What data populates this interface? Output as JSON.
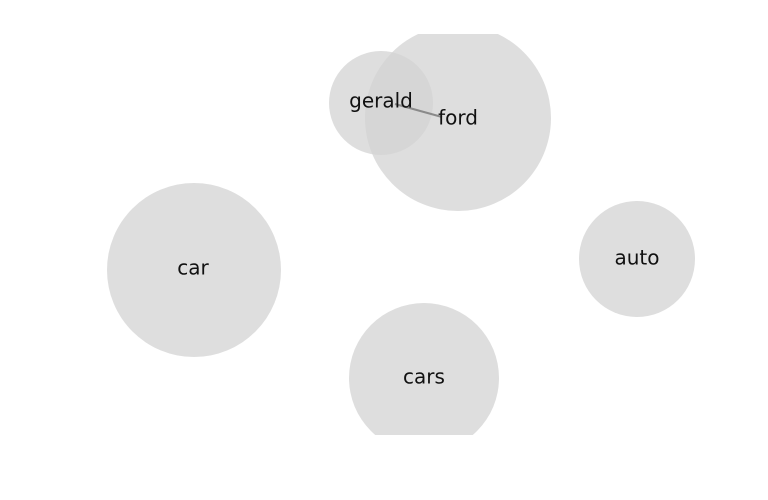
{
  "diagram": {
    "type": "bubble-network",
    "bubble_color": "#d3d3d3",
    "edge_color": "#8a8a8a",
    "nodes": [
      {
        "id": "ford",
        "label": "ford"
      },
      {
        "id": "gerald",
        "label": "gerald"
      },
      {
        "id": "car",
        "label": "car"
      },
      {
        "id": "auto",
        "label": "auto"
      },
      {
        "id": "cars",
        "label": "cars"
      }
    ],
    "edges": [
      {
        "from": "gerald",
        "to": "ford"
      }
    ]
  }
}
